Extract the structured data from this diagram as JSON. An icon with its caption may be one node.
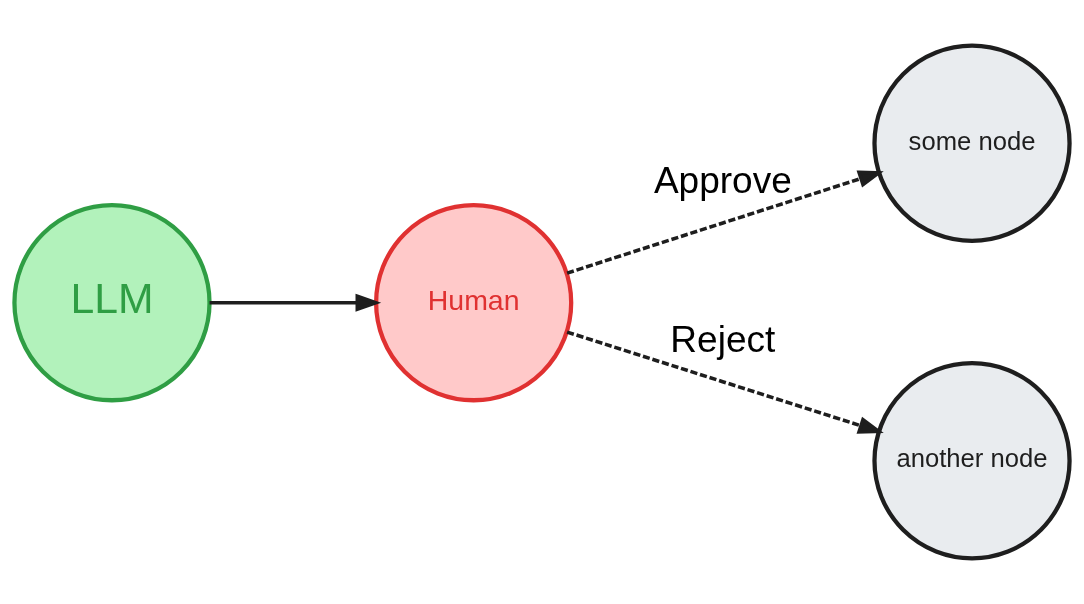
{
  "diagram": {
    "nodes": [
      {
        "text": [
          "LLM"
        ]
      },
      {
        "text": [
          "Human"
        ]
      },
      {
        "text": [
          "some node"
        ]
      },
      {
        "text": [
          "another node"
        ]
      }
    ],
    "edges": [
      {
        "from": 0,
        "to": 1,
        "arrow": "to"
      },
      {
        "from": 1,
        "to": 2,
        "arrow": "to",
        "label": "Approve",
        "style": "dashed"
      },
      {
        "from": 1,
        "to": 3,
        "arrow": "to",
        "label": "Reject",
        "style": "dashed"
      }
    ]
  }
}
